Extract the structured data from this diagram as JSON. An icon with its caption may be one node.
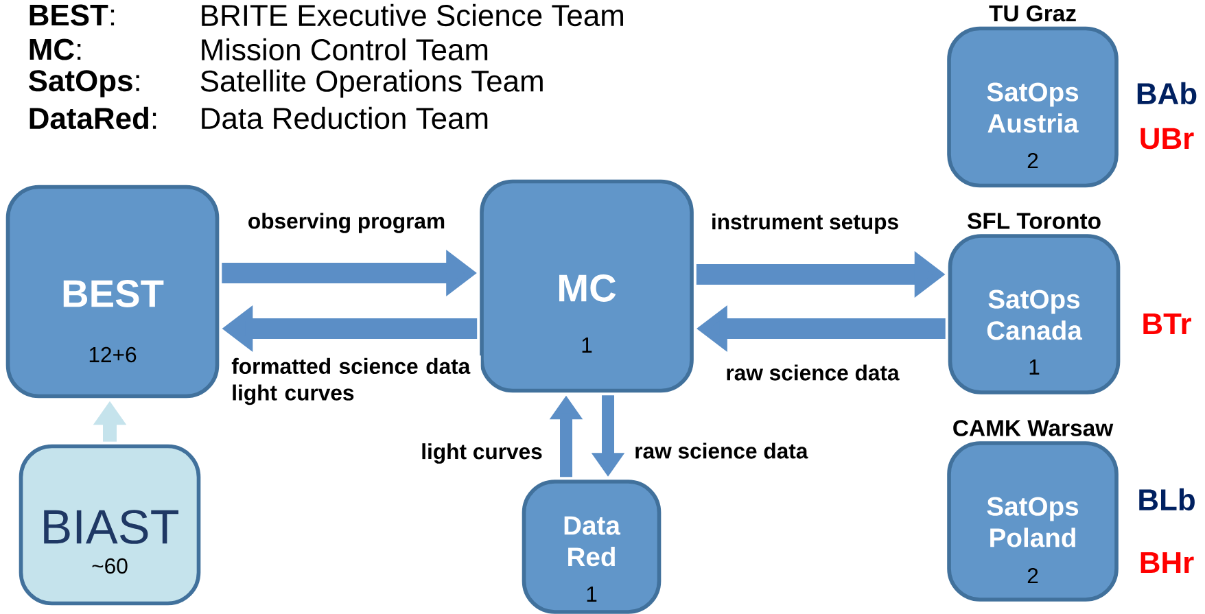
{
  "diagram": {
    "nodes": [
      {
        "text": [
          "BEST",
          "12+6"
        ]
      },
      {
        "text": [
          "BIAST",
          "~60"
        ]
      },
      {
        "text": [
          "MC",
          "1"
        ]
      },
      {
        "text": [
          "Data Red",
          "1"
        ]
      },
      {
        "text": [
          "TU Graz",
          "SatOps Austria",
          "2"
        ],
        "beside": [
          "BAb",
          "UBr"
        ]
      },
      {
        "text": [
          "SFL Toronto",
          "SatOps Canada",
          "1"
        ],
        "beside": [
          "BTr"
        ]
      },
      {
        "text": [
          "CAMK Warsaw",
          "SatOps Poland",
          "2"
        ],
        "beside": [
          "BLb",
          "BHr"
        ]
      }
    ],
    "edges": [
      {
        "from": 0,
        "to": 2,
        "arrow": "to",
        "label": "observing program"
      },
      {
        "from": 2,
        "to": 0,
        "arrow": "to",
        "label": "formatted science data light curves"
      },
      {
        "from": 2,
        "to": 5,
        "arrow": "to",
        "label": "instrument setups"
      },
      {
        "from": 5,
        "to": 2,
        "arrow": "to",
        "label": "raw science data"
      },
      {
        "from": 3,
        "to": 2,
        "arrow": "to",
        "label": "light curves"
      },
      {
        "from": 2,
        "to": 3,
        "arrow": "to",
        "label": "raw science data"
      },
      {
        "from": 1,
        "to": 0,
        "arrow": "to",
        "color": "#c5e3ec"
      }
    ],
    "labels": [
      "**BEST**:",
      "BRITE Executive Science Team",
      "**MC**:",
      "Mission Control Team",
      "**SatOps**:",
      "Satellite Operations Team",
      "**DataRed**:",
      "Data Reduction Team"
    ]
  }
}
